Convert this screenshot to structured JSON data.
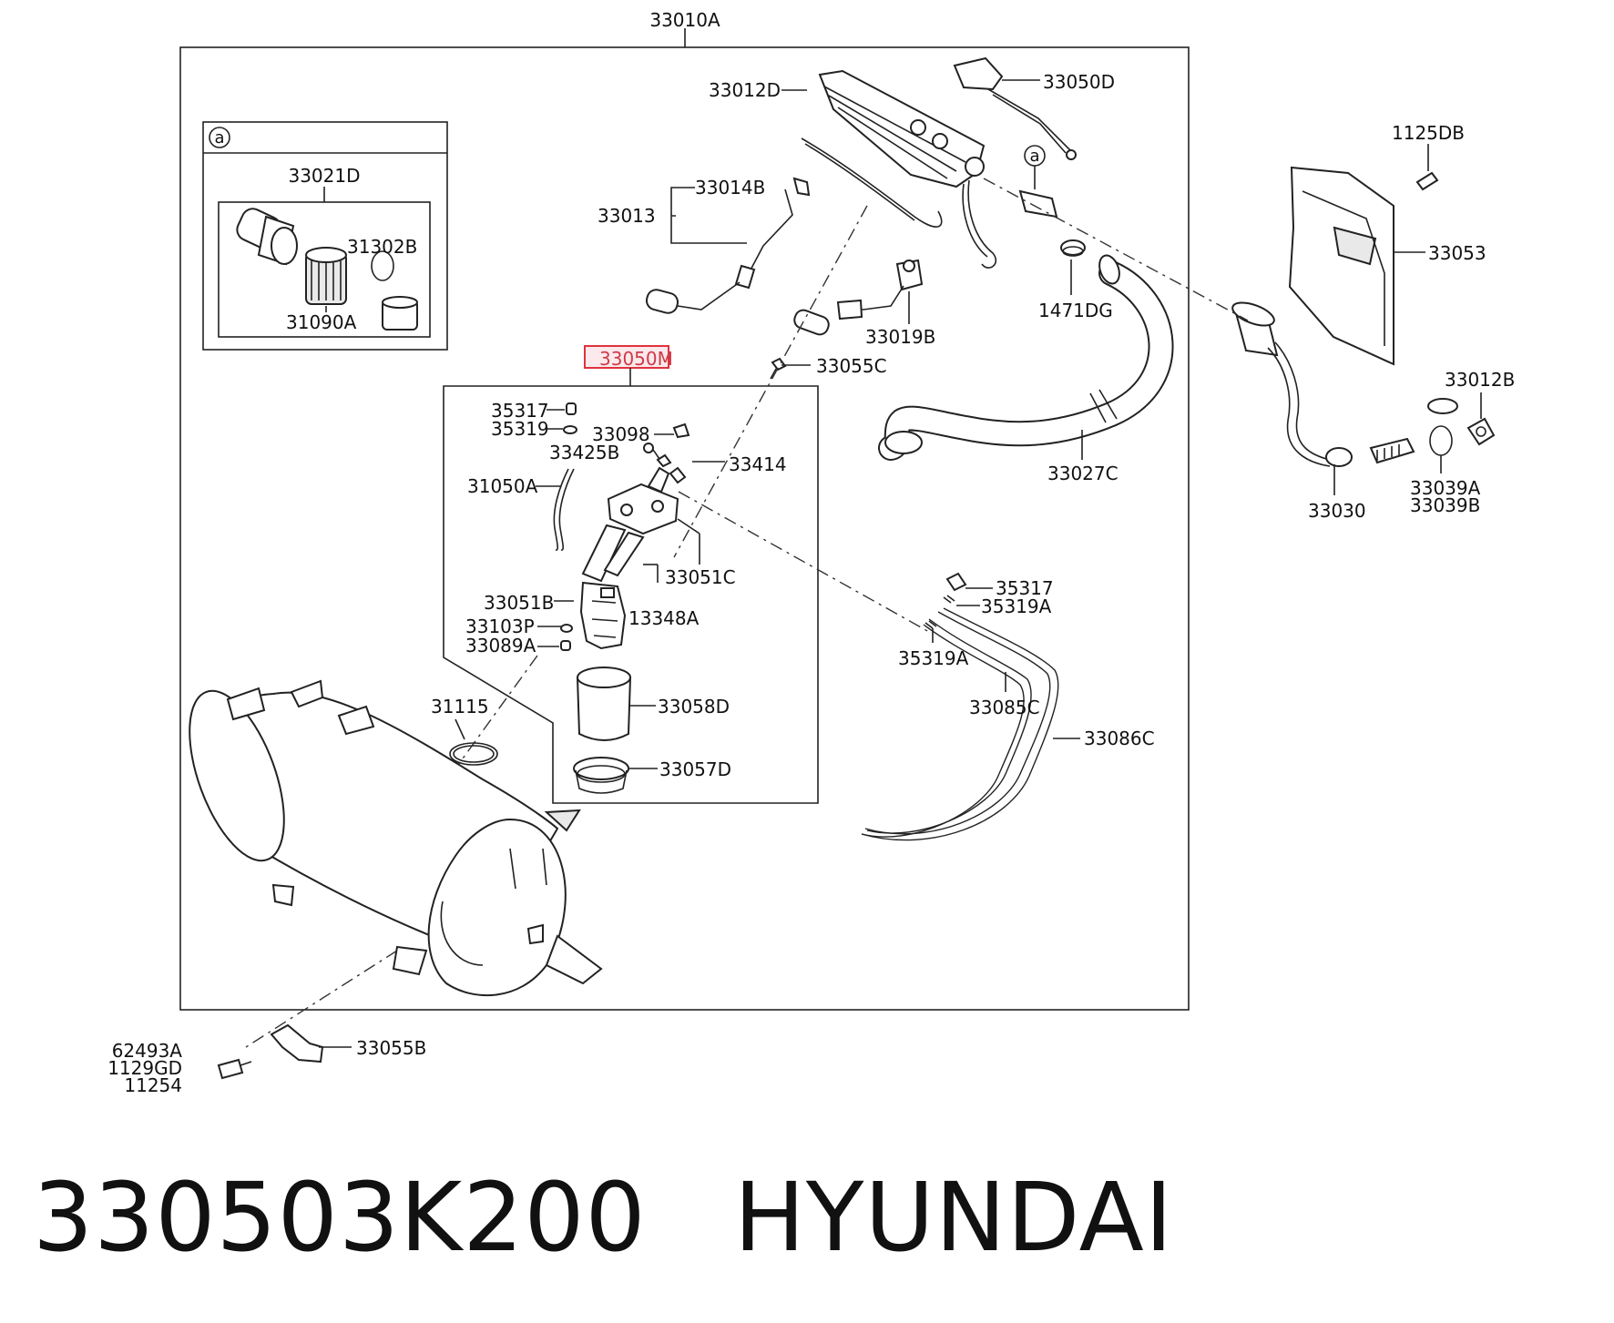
{
  "diagram": {
    "labels": {
      "assembly": "33010A",
      "hose_d": "33012D",
      "cover_d": "33050D",
      "callout_a": "a",
      "inset_a": "a",
      "filter_assy": "33021D",
      "oring_b": "31302B",
      "filter_element": "31090A",
      "bolt_db": "1125DB",
      "bracket": "33053",
      "sender": "33013",
      "sender_b": "33014B",
      "clamp": "1471DG",
      "valve": "33019B",
      "pump_assy": "33050M",
      "bolt_c": "33055C",
      "plug": "33012B",
      "hose_c": "33027C",
      "fitting": "33030",
      "ring_a": "33039A",
      "ring_b": "33039B",
      "plug_317": "35317",
      "seal_319": "35319",
      "con_098": "33098",
      "con_425": "33425B",
      "con_414": "33414",
      "tube_050": "31050A",
      "bracket_051": "33051C",
      "holder_051": "33051B",
      "tube_348": "13348A",
      "pin_103": "33103P",
      "nut_089": "33089A",
      "plug_317b": "35317",
      "seal_319a": "35319A",
      "seal_319a_b": "35319A",
      "pipe_085": "33085C",
      "pipe_086": "33086C",
      "gasket": "31115",
      "cover_058": "33058D",
      "ring_057": "33057D",
      "bolt_a": "62493A",
      "bolt_gd": "1129GD",
      "bolt_254": "11254",
      "strap": "33055B"
    }
  },
  "caption": {
    "part_number": "330503K200",
    "brand": "HYUNDAI"
  },
  "colors": {
    "highlight_border": "#e0323e",
    "highlight_fill": "#fbe9ec",
    "highlight_text": "#cf3b48",
    "ink": "#111111"
  }
}
